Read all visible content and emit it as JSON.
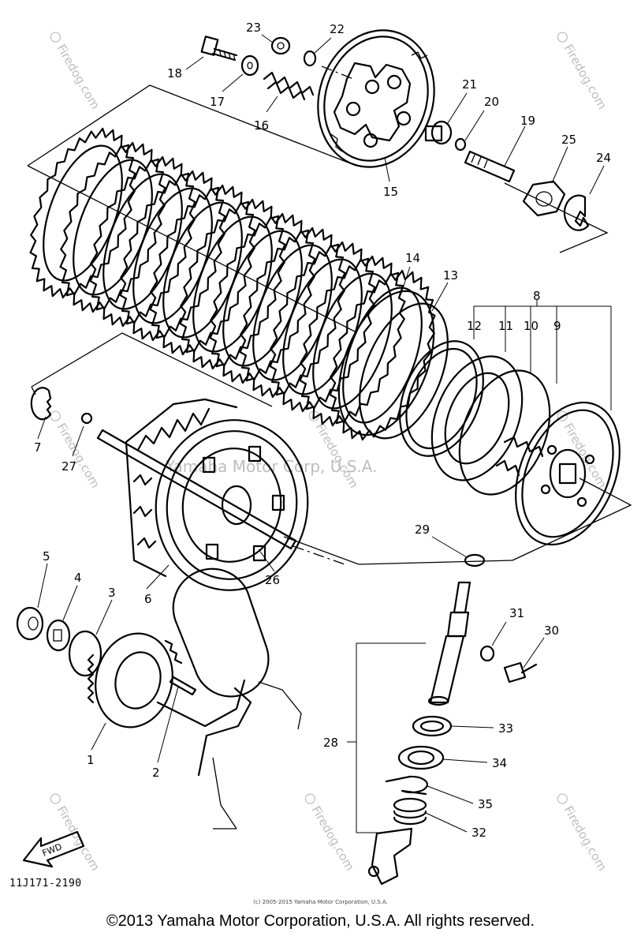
{
  "diagram": {
    "callouts": [
      "1",
      "2",
      "3",
      "4",
      "5",
      "6",
      "7",
      "8",
      "9",
      "10",
      "11",
      "12",
      "13",
      "14",
      "15",
      "16",
      "17",
      "18",
      "19",
      "20",
      "21",
      "22",
      "23",
      "24",
      "25",
      "26",
      "27",
      "28",
      "29",
      "30",
      "31",
      "32",
      "33",
      "34",
      "35"
    ],
    "diagram_code": "11J171-2190",
    "fwd_label": "FWD"
  },
  "watermark": {
    "site": "Firedog.com",
    "faint_text": "Yamaha Motor Corp, U.S.A."
  },
  "footer": {
    "small_copyright": "(c) 2005-2015 Yamaha Motor Corporation, U.S.A.",
    "copyright": "©2013 Yamaha Motor Corporation, U.S.A. All rights reserved."
  }
}
